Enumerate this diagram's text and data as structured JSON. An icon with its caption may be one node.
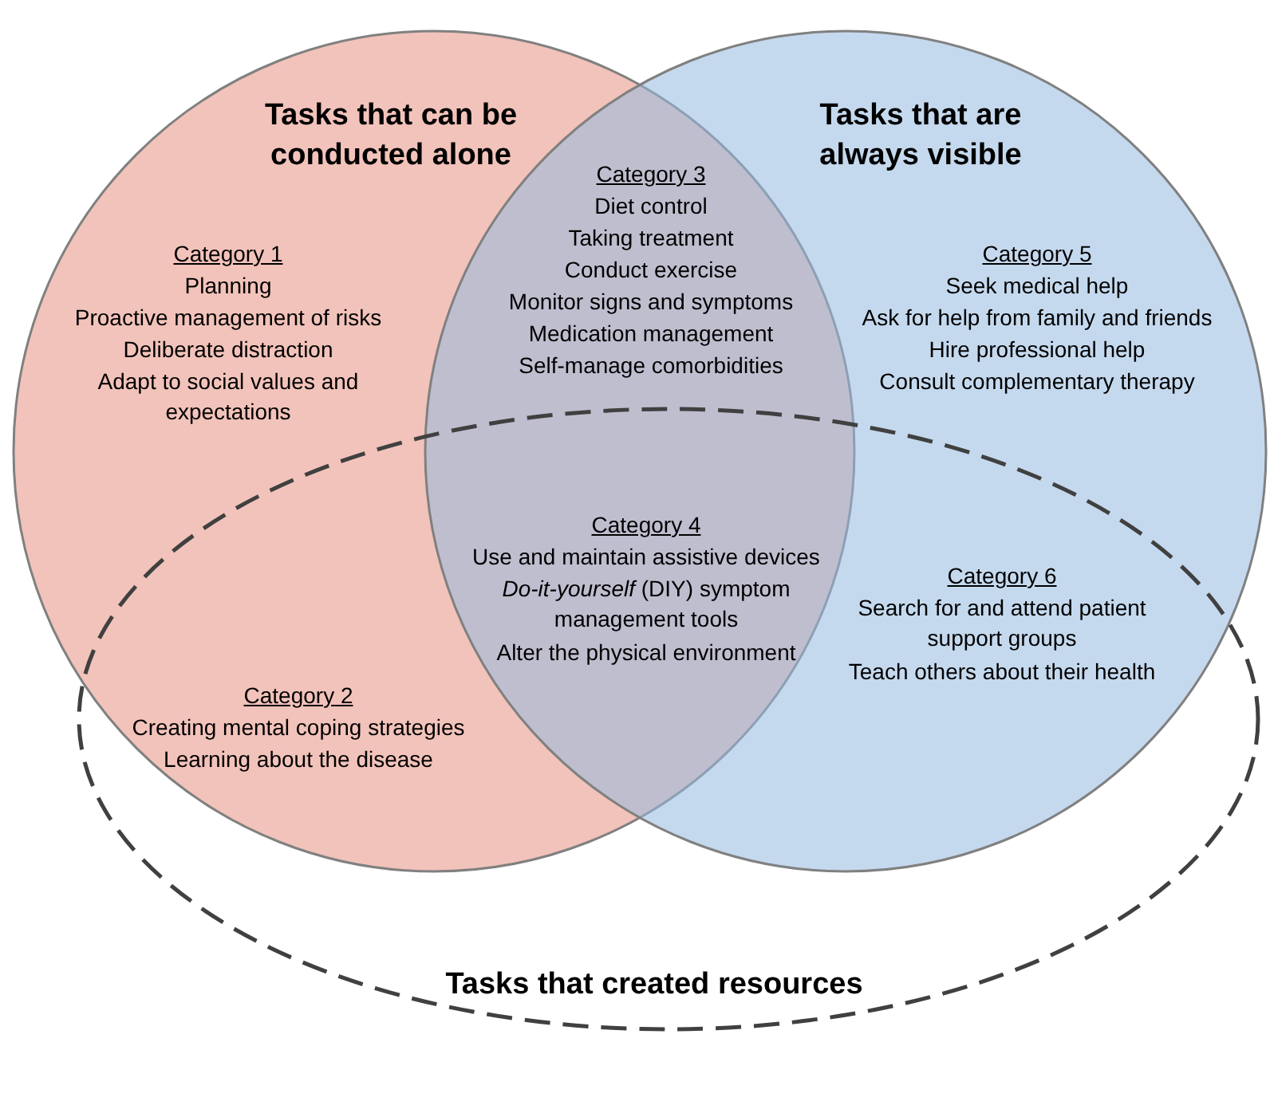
{
  "diagram": {
    "nodes": [
      {
        "text": [
          "Tasks that can be conducted alone"
        ]
      },
      {
        "text": [
          "Tasks that are always visible"
        ]
      },
      {
        "text": [
          "Tasks that created resources"
        ]
      }
    ],
    "labels": [
      "Category 1",
      "Planning",
      "Proactive management of risks",
      "Deliberate distraction",
      "Adapt to social values and expectations",
      "Category 3",
      "Diet control",
      "Taking treatment",
      "Conduct exercise",
      "Monitor signs and symptoms",
      "Medication management",
      "Self-manage comorbidities",
      "Category 5",
      "Seek medical help",
      "Ask for help from family and friends",
      "Hire professional help",
      "Consult complementary therapy",
      "Category 4",
      "Use and maintain assistive devices",
      "*Do-it-yourself* (DIY) symptom management tools",
      "Alter the physical environment",
      "Category 2",
      "Creating mental coping strategies",
      "Learning about the disease",
      "Category 6",
      "Search for and attend patient support groups",
      "Teach others about their health"
    ]
  }
}
